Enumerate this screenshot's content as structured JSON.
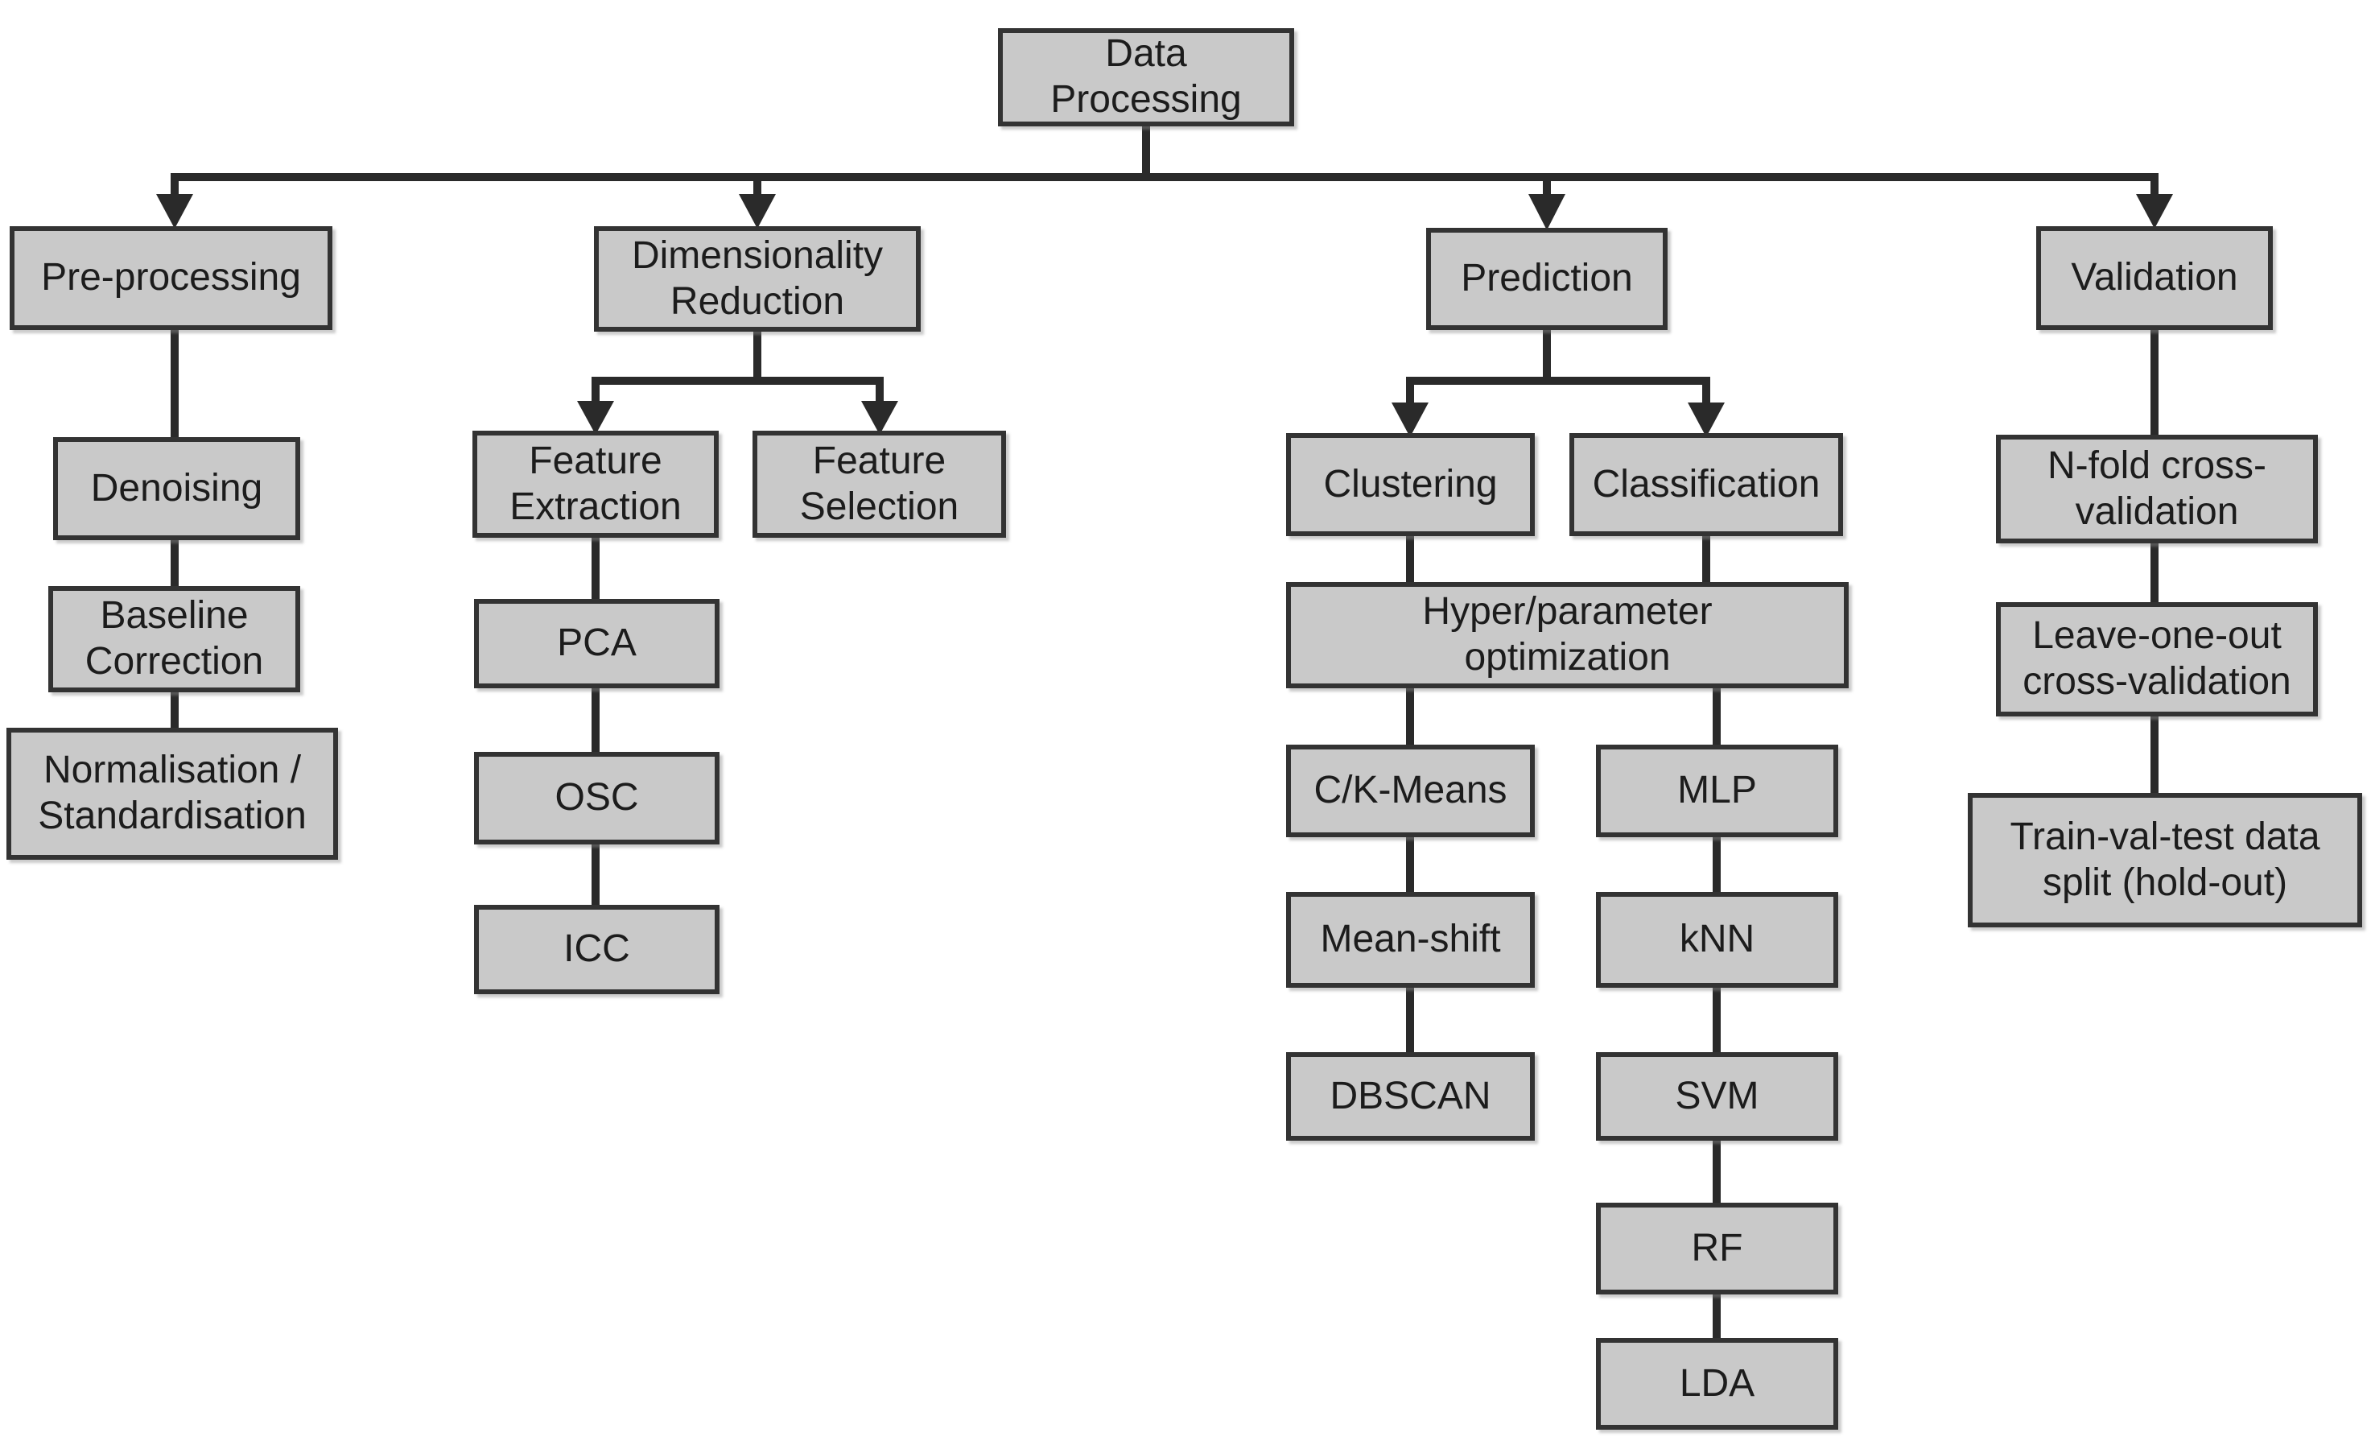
{
  "diagram_type": "flowchart",
  "colors": {
    "background": "#ffffff",
    "box_fill": "#c9c9c9",
    "box_border": "#333333",
    "connector": "#2a2a2a",
    "text": "#1c1c1c"
  },
  "tree": {
    "root": "Data Processing",
    "branches": [
      {
        "name": "Pre-processing",
        "chain": [
          "Denoising",
          "Baseline Correction",
          "Normalisation / Standardisation"
        ]
      },
      {
        "name": "Dimensionality Reduction",
        "children": [
          {
            "name": "Feature Extraction",
            "chain": [
              "PCA",
              "OSC",
              "ICC"
            ]
          },
          {
            "name": "Feature Selection",
            "chain": []
          }
        ]
      },
      {
        "name": "Prediction",
        "shared": "Hyper/parameter optimization",
        "children": [
          {
            "name": "Clustering",
            "chain": [
              "C/K-Means",
              "Mean-shift",
              "DBSCAN"
            ]
          },
          {
            "name": "Classification",
            "chain": [
              "MLP",
              "kNN",
              "SVM",
              "RF",
              "LDA"
            ]
          }
        ]
      },
      {
        "name": "Validation",
        "chain": [
          "N-fold cross-validation",
          "Leave-one-out cross-validation",
          "Train-val-test data split (hold-out)"
        ]
      }
    ]
  }
}
